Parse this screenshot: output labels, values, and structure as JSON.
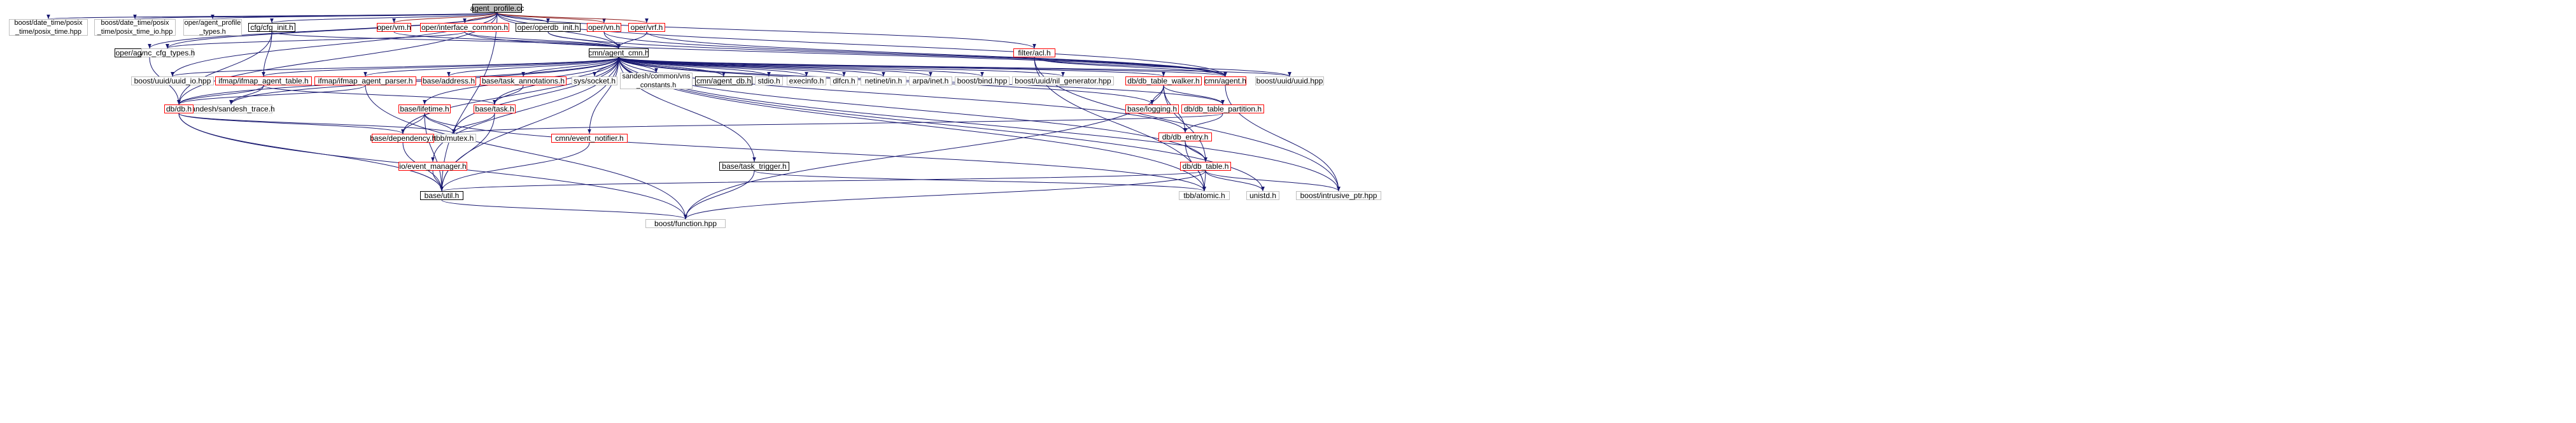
{
  "colors": {
    "edge": "#191970",
    "edge_dark_red": "#8b1a1a",
    "root_fill": "#bfbfbf",
    "documented_border": "#000000",
    "truncated_border": "#ff0000",
    "undocumented_border": "#bfbfbf"
  },
  "nodes": [
    {
      "id": "root",
      "label": "agent_profile.cc",
      "kind": "root"
    },
    {
      "id": "posix_time",
      "label": "boost/date_time/posix\n_time/posix_time.hpp",
      "kind": "gray"
    },
    {
      "id": "posix_time_io",
      "label": "boost/date_time/posix\n_time/posix_time_io.hpp",
      "kind": "gray"
    },
    {
      "id": "agent_profile_types",
      "label": "oper/agent_profile\n_types.h",
      "kind": "gray"
    },
    {
      "id": "cfg_init",
      "label": "cfg/cfg_init.h",
      "kind": "doc"
    },
    {
      "id": "oper_vm",
      "label": "oper/vm.h",
      "kind": "red"
    },
    {
      "id": "iface_common",
      "label": "oper/interface_common.h",
      "kind": "red"
    },
    {
      "id": "operdb_init",
      "label": "oper/operdb_init.h",
      "kind": "doc"
    },
    {
      "id": "oper_vn",
      "label": "oper/vn.h",
      "kind": "red"
    },
    {
      "id": "oper_vrf",
      "label": "oper/vrf.h",
      "kind": "red"
    },
    {
      "id": "oper_agent_profile",
      "label": "oper/agent_profile.h",
      "kind": "doc"
    },
    {
      "id": "vnc_cfg_types",
      "label": "vnc_cfg_types.h",
      "kind": "gray"
    },
    {
      "id": "filter_acl",
      "label": "filter/acl.h",
      "kind": "red"
    },
    {
      "id": "cmn_agent_cmn",
      "label": "cmn/agent_cmn.h",
      "kind": "doc"
    },
    {
      "id": "uuid_io",
      "label": "boost/uuid/uuid_io.hpp",
      "kind": "gray"
    },
    {
      "id": "ifmap_agent_table",
      "label": "ifmap/ifmap_agent_table.h",
      "kind": "red"
    },
    {
      "id": "ifmap_agent_parser",
      "label": "ifmap/ifmap_agent_parser.h",
      "kind": "red"
    },
    {
      "id": "base_address",
      "label": "base/address.h",
      "kind": "red"
    },
    {
      "id": "task_annotations",
      "label": "base/task_annotations.h",
      "kind": "red"
    },
    {
      "id": "sys_socket",
      "label": "sys/socket.h",
      "kind": "gray"
    },
    {
      "id": "vns_constants",
      "label": "sandesh/common/vns\n_constants.h",
      "kind": "gray"
    },
    {
      "id": "cmn_agent_db",
      "label": "cmn/agent_db.h",
      "kind": "doc"
    },
    {
      "id": "stdio",
      "label": "stdio.h",
      "kind": "gray"
    },
    {
      "id": "execinfo",
      "label": "execinfo.h",
      "kind": "gray"
    },
    {
      "id": "dlfcn",
      "label": "dlfcn.h",
      "kind": "gray"
    },
    {
      "id": "netinet_in",
      "label": "netinet/in.h",
      "kind": "gray"
    },
    {
      "id": "arpa_inet",
      "label": "arpa/inet.h",
      "kind": "gray"
    },
    {
      "id": "boost_bind",
      "label": "boost/bind.hpp",
      "kind": "gray"
    },
    {
      "id": "nil_generator",
      "label": "boost/uuid/nil_generator.hpp",
      "kind": "gray"
    },
    {
      "id": "db_table_walker",
      "label": "db/db_table_walker.h",
      "kind": "red"
    },
    {
      "id": "cmn_agent",
      "label": "cmn/agent.h",
      "kind": "red"
    },
    {
      "id": "boost_uuid",
      "label": "boost/uuid/uuid.hpp",
      "kind": "gray"
    },
    {
      "id": "sandesh_trace",
      "label": "sandesh/sandesh_trace.h",
      "kind": "gray"
    },
    {
      "id": "db_db",
      "label": "db/db.h",
      "kind": "red"
    },
    {
      "id": "base_lifetime",
      "label": "base/lifetime.h",
      "kind": "red"
    },
    {
      "id": "base_task",
      "label": "base/task.h",
      "kind": "red"
    },
    {
      "id": "base_logging",
      "label": "base/logging.h",
      "kind": "red"
    },
    {
      "id": "db_table_partition",
      "label": "db/db_table_partition.h",
      "kind": "red"
    },
    {
      "id": "tbb_mutex",
      "label": "tbb/mutex.h",
      "kind": "gray"
    },
    {
      "id": "base_dependency",
      "label": "base/dependency.h",
      "kind": "red"
    },
    {
      "id": "event_notifier",
      "label": "cmn/event_notifier.h",
      "kind": "red"
    },
    {
      "id": "db_entry",
      "label": "db/db_entry.h",
      "kind": "red"
    },
    {
      "id": "event_manager",
      "label": "io/event_manager.h",
      "kind": "red"
    },
    {
      "id": "task_trigger",
      "label": "base/task_trigger.h",
      "kind": "doc"
    },
    {
      "id": "db_table",
      "label": "db/db_table.h",
      "kind": "red"
    },
    {
      "id": "base_util",
      "label": "base/util.h",
      "kind": "doc"
    },
    {
      "id": "tbb_atomic",
      "label": "tbb/atomic.h",
      "kind": "gray"
    },
    {
      "id": "unistd",
      "label": "unistd.h",
      "kind": "gray"
    },
    {
      "id": "intrusive_ptr",
      "label": "boost/intrusive_ptr.hpp",
      "kind": "gray"
    },
    {
      "id": "boost_function",
      "label": "boost/function.hpp",
      "kind": "gray"
    }
  ],
  "edges": [
    [
      "root",
      "posix_time"
    ],
    [
      "root",
      "posix_time_io"
    ],
    [
      "root",
      "agent_profile_types"
    ],
    [
      "root",
      "cfg_init"
    ],
    [
      "root",
      "oper_vm"
    ],
    [
      "root",
      "iface_common"
    ],
    [
      "root",
      "operdb_init"
    ],
    [
      "root",
      "oper_vn"
    ],
    [
      "root",
      "oper_vrf"
    ],
    [
      "root",
      "oper_agent_profile"
    ],
    [
      "root",
      "vnc_cfg_types"
    ],
    [
      "root",
      "uuid_io"
    ],
    [
      "root",
      "cmn_agent_cmn"
    ],
    [
      "root",
      "cmn_agent"
    ],
    [
      "root",
      "filter_acl"
    ],
    [
      "root",
      "base_util"
    ],
    [
      "root",
      "db_db"
    ],
    [
      "cfg_init",
      "cmn_agent_cmn"
    ],
    [
      "cfg_init",
      "ifmap_agent_table"
    ],
    [
      "cfg_init",
      "db_db"
    ],
    [
      "oper_vm",
      "cmn_agent_cmn"
    ],
    [
      "iface_common",
      "cmn_agent_cmn"
    ],
    [
      "iface_common",
      "vnc_cfg_types"
    ],
    [
      "iface_common",
      "cmn_agent"
    ],
    [
      "operdb_init",
      "cmn_agent_cmn"
    ],
    [
      "operdb_init",
      "cmn_agent"
    ],
    [
      "oper_vn",
      "cmn_agent_cmn"
    ],
    [
      "oper_vn",
      "cmn_agent"
    ],
    [
      "oper_vrf",
      "cmn_agent_cmn"
    ],
    [
      "oper_vrf",
      "cmn_agent"
    ],
    [
      "oper_agent_profile",
      "db_db"
    ],
    [
      "filter_acl",
      "cmn_agent"
    ],
    [
      "filter_acl",
      "boost_uuid"
    ],
    [
      "filter_acl",
      "intrusive_ptr"
    ],
    [
      "filter_acl",
      "tbb_atomic"
    ],
    [
      "cmn_agent_cmn",
      "uuid_io"
    ],
    [
      "cmn_agent_cmn",
      "ifmap_agent_table"
    ],
    [
      "cmn_agent_cmn",
      "ifmap_agent_parser"
    ],
    [
      "cmn_agent_cmn",
      "base_address"
    ],
    [
      "cmn_agent_cmn",
      "task_annotations"
    ],
    [
      "cmn_agent_cmn",
      "sys_socket"
    ],
    [
      "cmn_agent_cmn",
      "vns_constants"
    ],
    [
      "cmn_agent_cmn",
      "cmn_agent_db"
    ],
    [
      "cmn_agent_cmn",
      "stdio"
    ],
    [
      "cmn_agent_cmn",
      "execinfo"
    ],
    [
      "cmn_agent_cmn",
      "dlfcn"
    ],
    [
      "cmn_agent_cmn",
      "netinet_in"
    ],
    [
      "cmn_agent_cmn",
      "arpa_inet"
    ],
    [
      "cmn_agent_cmn",
      "boost_bind"
    ],
    [
      "cmn_agent_cmn",
      "nil_generator"
    ],
    [
      "cmn_agent_cmn",
      "db_table_walker"
    ],
    [
      "cmn_agent_cmn",
      "cmn_agent"
    ],
    [
      "cmn_agent_cmn",
      "boost_uuid"
    ],
    [
      "cmn_agent_cmn",
      "sandesh_trace"
    ],
    [
      "cmn_agent_cmn",
      "db_db"
    ],
    [
      "cmn_agent_cmn",
      "base_lifetime"
    ],
    [
      "cmn_agent_cmn",
      "base_task"
    ],
    [
      "cmn_agent_cmn",
      "base_logging"
    ],
    [
      "cmn_agent_cmn",
      "db_table_partition"
    ],
    [
      "cmn_agent_cmn",
      "tbb_mutex"
    ],
    [
      "cmn_agent_cmn",
      "base_dependency"
    ],
    [
      "cmn_agent_cmn",
      "event_notifier"
    ],
    [
      "cmn_agent_cmn",
      "db_entry"
    ],
    [
      "cmn_agent_cmn",
      "event_manager"
    ],
    [
      "cmn_agent_cmn",
      "task_trigger"
    ],
    [
      "cmn_agent_cmn",
      "db_table"
    ],
    [
      "cmn_agent_cmn",
      "base_util"
    ],
    [
      "cmn_agent_cmn",
      "tbb_atomic"
    ],
    [
      "cmn_agent_cmn",
      "unistd"
    ],
    [
      "cmn_agent_cmn",
      "intrusive_ptr"
    ],
    [
      "cmn_agent_db",
      "cmn_agent_cmn"
    ],
    [
      "ifmap_agent_table",
      "sandesh_trace"
    ],
    [
      "ifmap_agent_table",
      "db_db"
    ],
    [
      "ifmap_agent_table",
      "base_task"
    ],
    [
      "ifmap_agent_parser",
      "db_db"
    ],
    [
      "ifmap_agent_parser",
      "boost_function"
    ],
    [
      "task_annotations",
      "base_task"
    ],
    [
      "db_table_walker",
      "base_logging"
    ],
    [
      "db_table_walker",
      "db_table_partition"
    ],
    [
      "db_table_walker",
      "db_table"
    ],
    [
      "db_table_walker",
      "boost_function"
    ],
    [
      "db_table_walker",
      "db_entry"
    ],
    [
      "cmn_agent",
      "intrusive_ptr"
    ],
    [
      "db_db",
      "tbb_mutex"
    ],
    [
      "db_db",
      "base_util"
    ],
    [
      "db_db",
      "boost_function"
    ],
    [
      "db_db",
      "base_dependency"
    ],
    [
      "base_lifetime",
      "base_dependency"
    ],
    [
      "base_lifetime",
      "tbb_mutex"
    ],
    [
      "base_lifetime",
      "base_util"
    ],
    [
      "base_lifetime",
      "tbb_atomic"
    ],
    [
      "base_task",
      "tbb_mutex"
    ],
    [
      "base_task",
      "base_util"
    ],
    [
      "db_table_partition",
      "db_entry"
    ],
    [
      "db_table_partition",
      "tbb_mutex"
    ],
    [
      "base_dependency",
      "base_util"
    ],
    [
      "event_notifier",
      "base_util"
    ],
    [
      "event_manager",
      "base_util"
    ],
    [
      "db_entry",
      "db_table"
    ],
    [
      "db_entry",
      "tbb_atomic"
    ],
    [
      "task_trigger",
      "boost_function"
    ],
    [
      "task_trigger",
      "tbb_atomic"
    ],
    [
      "db_table",
      "base_util"
    ],
    [
      "db_table",
      "tbb_atomic"
    ],
    [
      "db_table",
      "unistd"
    ],
    [
      "db_table",
      "intrusive_ptr"
    ],
    [
      "db_table",
      "boost_function"
    ],
    [
      "base_util",
      "boost_function"
    ]
  ]
}
